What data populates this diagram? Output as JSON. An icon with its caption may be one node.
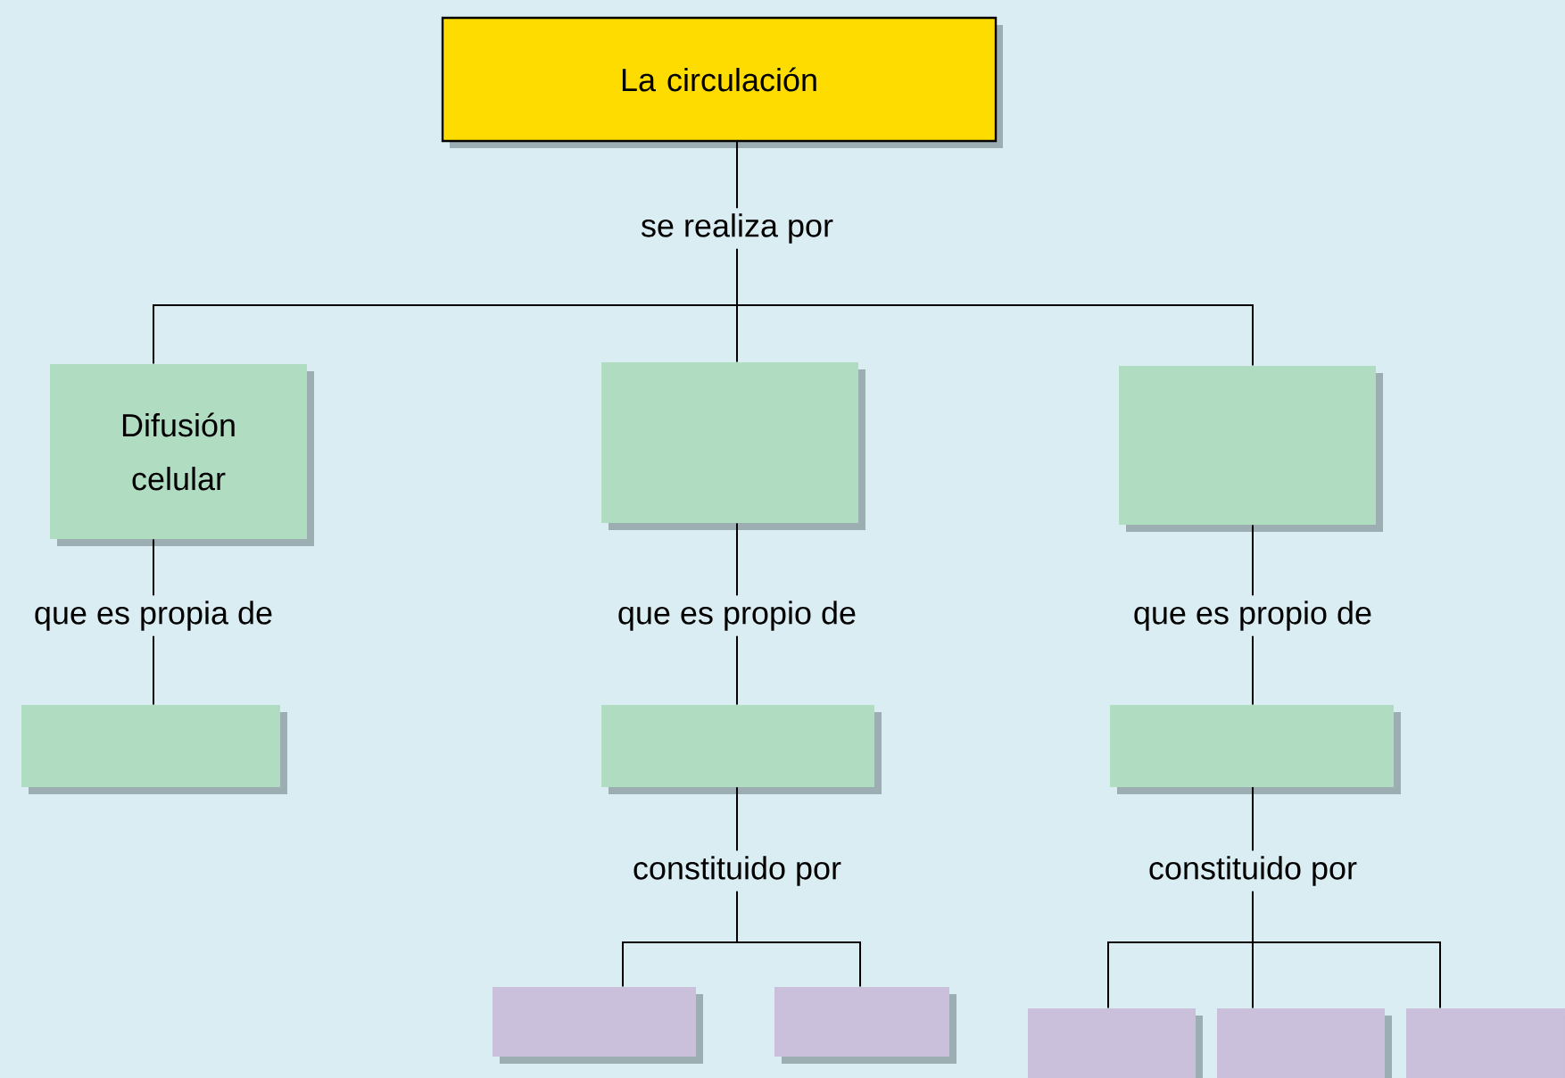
{
  "diagram": {
    "nodes": [
      {
        "text": [
          "La circulación"
        ]
      },
      {
        "text": [
          "Difusión celular"
        ]
      },
      {
        "text": [],
        "shape": "box"
      },
      {
        "text": [],
        "shape": "box"
      },
      {
        "text": [],
        "shape": "box"
      },
      {
        "text": [],
        "shape": "box"
      },
      {
        "text": [],
        "shape": "box"
      },
      {
        "text": [],
        "shape": "box"
      },
      {
        "text": [],
        "shape": "box"
      },
      {
        "text": [],
        "shape": "box"
      },
      {
        "text": [],
        "shape": "box"
      },
      {
        "text": [],
        "shape": "box"
      }
    ],
    "edges": [
      {
        "from": 0,
        "to": 1,
        "arrow": "none",
        "label": "se realiza por"
      },
      {
        "from": 0,
        "to": 2,
        "arrow": "none"
      },
      {
        "from": 0,
        "to": 3,
        "arrow": "none"
      },
      {
        "from": 1,
        "to": 4,
        "arrow": "none",
        "label": "que es propia de"
      },
      {
        "from": 2,
        "to": 5,
        "arrow": "none",
        "label": "que es propio de"
      },
      {
        "from": 3,
        "to": 6,
        "arrow": "none",
        "label": "que es propio de"
      },
      {
        "from": 5,
        "to": 7,
        "arrow": "none",
        "label": "constituido por"
      },
      {
        "from": 5,
        "to": 8,
        "arrow": "none"
      },
      {
        "from": 6,
        "to": 9,
        "arrow": "none",
        "label": "constituido por"
      },
      {
        "from": 6,
        "to": 10,
        "arrow": "none"
      },
      {
        "from": 6,
        "to": 11,
        "arrow": "none"
      }
    ]
  }
}
